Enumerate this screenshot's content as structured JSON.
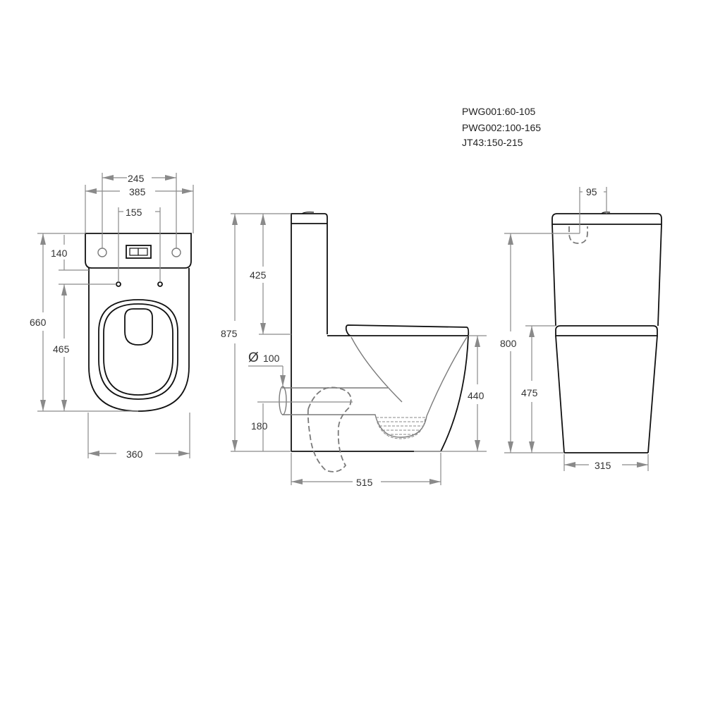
{
  "notes": {
    "lines": [
      "PWG001:60-105",
      "PWG002:100-165",
      "JT43:150-215"
    ]
  },
  "top_view": {
    "width_245": "245",
    "width_385": "385",
    "hole_spacing_155": "155",
    "tank_depth_140": "140",
    "total_depth_660": "660",
    "bowl_depth_465": "465",
    "bowl_width_360": "360"
  },
  "side_view": {
    "total_height_875": "875",
    "tank_height_425": "425",
    "outlet_diameter": "Ø100",
    "outlet_height_180": "180",
    "seat_height_440": "440",
    "length_515": "515"
  },
  "front_view": {
    "inlet_offset_95": "95",
    "inlet_height_800": "800",
    "seat_height_475": "475",
    "base_width_315": "315"
  },
  "colors": {
    "dimension_line": "#8a8a8a",
    "outline": "#111111",
    "text": "#333333"
  }
}
